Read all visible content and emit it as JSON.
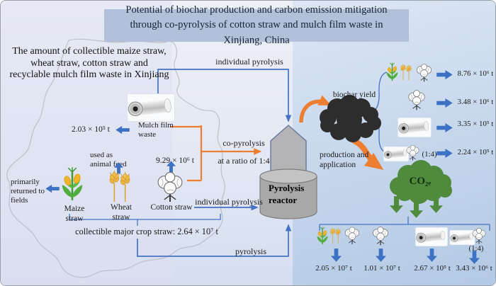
{
  "title": "Potential of biochar production and carbon emission mitigation through co-pyrolysis of cotton straw and mulch film waste in Xinjiang, China",
  "left_panel": {
    "heading": "The amount of collectible maize straw, wheat straw, cotton straw and recyclable mulch film waste in Xinjiang",
    "mulch_film": {
      "label": "Mulch film waste",
      "amount": "2.03 × 10⁵ t"
    },
    "maize_note": "primarily returned to fields",
    "wheat_note": "used as animal feed",
    "cotton_amount": "9.29 × 10⁶ t",
    "crops": {
      "maize": "Maize straw",
      "wheat": "Wheat straw",
      "cotton": "Cotton straw"
    },
    "total_straw": "collectible major crop straw: 2.64 × 10⁷ t"
  },
  "process": {
    "individual_pyrolysis_top": "individual pyrolysis",
    "co_pyrolysis": "co-pyrolysis",
    "co_pyrolysis_ratio": "at a ratio of 1:4",
    "individual_pyrolysis_bottom": "individual pyrolysis",
    "pyrolysis_bottom": "pyrolysis",
    "reactor": "Pyrolysis reactor"
  },
  "biochar": {
    "label": "biochar yield",
    "production_note": "production and application",
    "rows": [
      {
        "feedstock_icons": "maize-wheat-cotton-straw",
        "value": "8.76 × 10⁶ t"
      },
      {
        "feedstock_icons": "cotton-straw",
        "value": "3.48 × 10⁶ t"
      },
      {
        "feedstock_icons": "mulch-film-waste",
        "value": "3.35 × 10⁵ t"
      },
      {
        "feedstock_icons": "mulch-film-plus-cotton-straw",
        "ratio": "(1:4)",
        "value": "2.24 × 10⁵ t"
      }
    ]
  },
  "emissions": {
    "cloud_label": "CO₂ₑ",
    "groups": [
      {
        "feedstock_icons": "maize-wheat-cotton-straw",
        "value": "2.05 × 10⁷ t"
      },
      {
        "feedstock_icons": "cotton-straw",
        "value": "1.01 × 10⁷ t"
      },
      {
        "feedstock_icons": "mulch-film-waste",
        "value": "2.67 × 10⁵ t"
      },
      {
        "feedstock_icons": "mulch-film-plus-cotton-straw",
        "ratio": "(1:4)",
        "value": "3.43 × 10⁶ t"
      }
    ]
  },
  "icons": {
    "maize": "maize-straw-icon",
    "wheat": "wheat-straw-icon",
    "cotton": "cotton-straw-icon",
    "mulch_film": "mulch-film-roll-icon",
    "biochar_cloud": "biochar-cloud-icon",
    "co2e_cloud": "co2e-cloud-icon"
  },
  "colors": {
    "accent_blue": "#4472c4",
    "accent_orange": "#ed7d31",
    "green": "#4f8a3d",
    "biochar_black": "#2d2d2d",
    "title_bg": "#b2c0da"
  }
}
